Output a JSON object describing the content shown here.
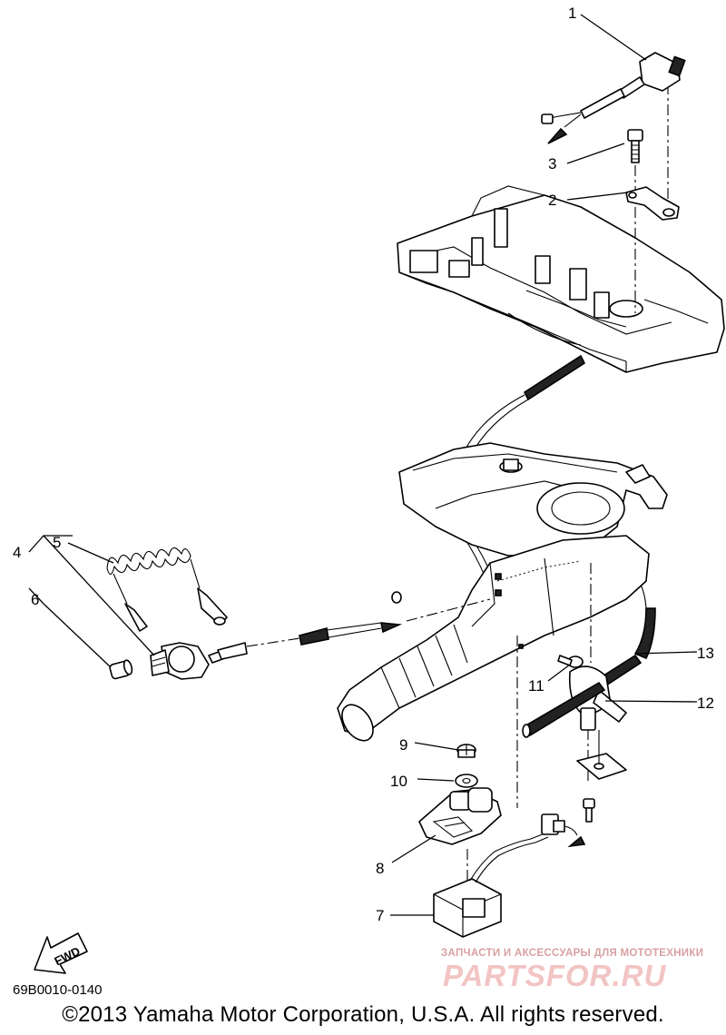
{
  "callouts": [
    "1",
    "2",
    "3",
    "4",
    "5",
    "6",
    "7",
    "8",
    "9",
    "10",
    "11",
    "12",
    "13"
  ],
  "fwd_label": "FWD",
  "drawing_code": "69B0010-0140",
  "copyright": "©2013 Yamaha Motor Corporation, U.S.A. All rights reserved.",
  "watermark": {
    "tagline": "ЗАПЧАСТИ И АКСЕССУАРЫ ДЛЯ МОТОТЕХНИКИ",
    "brand": "PARTSFOR.RU"
  }
}
